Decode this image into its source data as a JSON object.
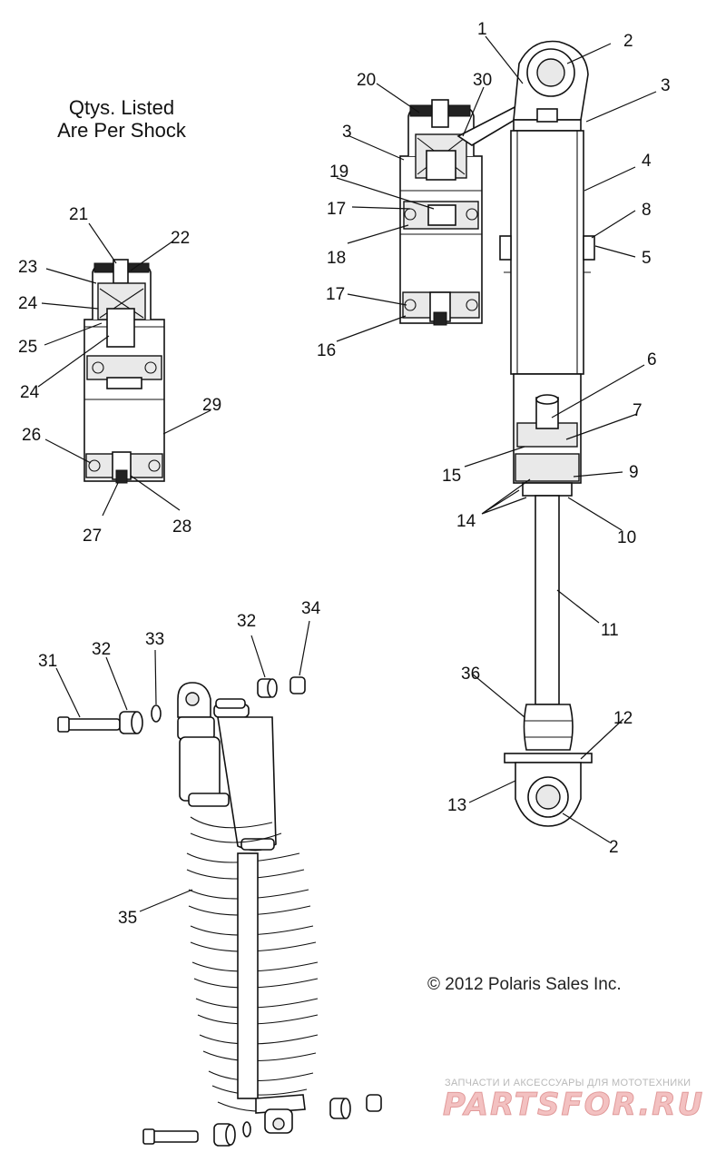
{
  "note": {
    "line1": "Qtys. Listed",
    "line2": "Are Per Shock"
  },
  "callouts": {
    "c1": "1",
    "c2a": "2",
    "c2b": "2",
    "c3a": "3",
    "c3b": "3",
    "c4": "4",
    "c5": "5",
    "c6": "6",
    "c7": "7",
    "c8": "8",
    "c9": "9",
    "c10": "10",
    "c11": "11",
    "c12": "12",
    "c13": "13",
    "c14": "14",
    "c15": "15",
    "c16": "16",
    "c17a": "17",
    "c17b": "17",
    "c18": "18",
    "c19": "19",
    "c20": "20",
    "c21": "21",
    "c22": "22",
    "c23": "23",
    "c24a": "24",
    "c24b": "24",
    "c25": "25",
    "c26": "26",
    "c27": "27",
    "c28": "28",
    "c29": "29",
    "c30": "30",
    "c31": "31",
    "c32a": "32",
    "c32b": "32",
    "c33": "33",
    "c34": "34",
    "c35": "35",
    "c36": "36"
  },
  "copyright": "© 2012 Polaris Sales Inc.",
  "watermark": {
    "tagline": "ЗАПЧАСТИ И АКСЕССУАРЫ ДЛЯ МОТОТЕХНИКИ",
    "brand": "PARTSFOR.RU"
  },
  "colors": {
    "line": "#111111",
    "background": "#ffffff",
    "watermark": "#e19a9a"
  }
}
